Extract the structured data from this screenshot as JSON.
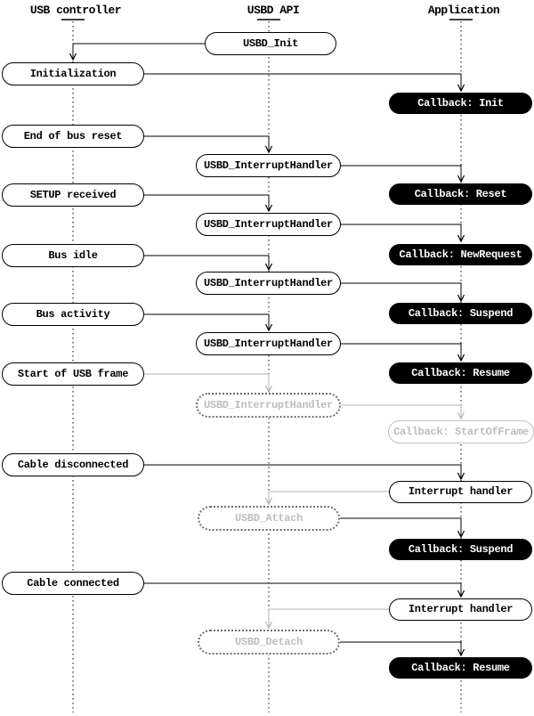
{
  "columns": {
    "usb_controller": "USB controller",
    "usbd_api": "USBD API",
    "application": "Application"
  },
  "left_events": {
    "initialization": "Initialization",
    "end_of_bus_reset": "End of bus reset",
    "setup_received": "SETUP received",
    "bus_idle": "Bus idle",
    "bus_activity": "Bus activity",
    "start_of_usb_frame": "Start of USB frame",
    "cable_disconnected": "Cable disconnected",
    "cable_connected": "Cable connected"
  },
  "api_calls": {
    "usbd_init": "USBD_Init",
    "usbd_interrupt_handler": "USBD_InterruptHandler",
    "usbd_attach": "USBD_Attach",
    "usbd_detach": "USBD_Detach"
  },
  "app_items": {
    "callback_init": "Callback: Init",
    "callback_reset": "Callback: Reset",
    "callback_new_request": "Callback: NewRequest",
    "callback_suspend": "Callback: Suspend",
    "callback_resume": "Callback: Resume",
    "callback_start_of_frame": "Callback: StartOfFrame",
    "interrupt_handler": "Interrupt handler"
  },
  "colors": {
    "callback_bg": "#000000",
    "callback_text": "#ffffff",
    "inactive_gray": "#b3b3b3",
    "line_black": "#000000"
  }
}
